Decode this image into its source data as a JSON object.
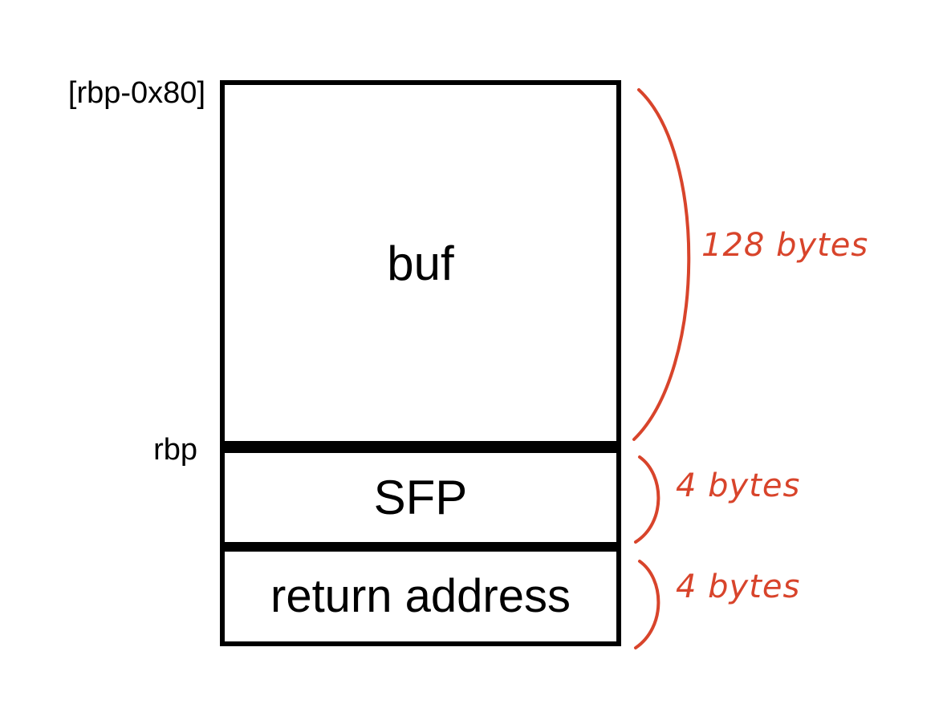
{
  "stack": {
    "buf_label": "buf",
    "sfp_label": "SFP",
    "ret_label": "return address"
  },
  "addresses": {
    "top": "[rbp-0x80]",
    "rbp": "rbp"
  },
  "sizes": {
    "buf": "128 bytes",
    "sfp": "4 bytes",
    "ret": "4 bytes"
  },
  "colors": {
    "annotation": "#d8442b",
    "box": "#000000"
  }
}
